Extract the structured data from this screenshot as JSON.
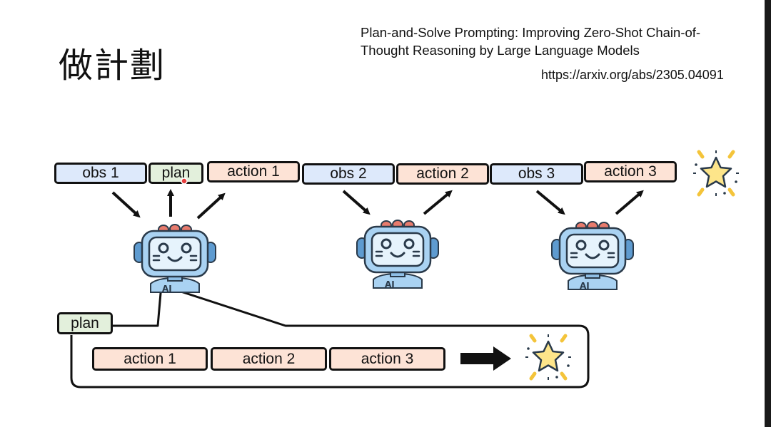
{
  "slide": {
    "title": "做計劃",
    "paper_title_line1": "Plan-and-Solve Prompting: Improving Zero-Shot Chain-of-",
    "paper_title_line2": "Thought Reasoning by Large Language Models",
    "paper_url": "https://arxiv.org/abs/2305.04091"
  },
  "top_sequence": [
    {
      "label": "obs 1",
      "kind": "obs"
    },
    {
      "label": "plan",
      "kind": "plan"
    },
    {
      "label": "action 1",
      "kind": "act"
    },
    {
      "label": "obs 2",
      "kind": "obs"
    },
    {
      "label": "action 2",
      "kind": "act"
    },
    {
      "label": "obs 3",
      "kind": "obs"
    },
    {
      "label": "action 3",
      "kind": "act"
    }
  ],
  "plan_detail": {
    "label": "plan",
    "actions": [
      "action 1",
      "action 2",
      "action 3"
    ]
  },
  "robot": {
    "badge": "AI"
  },
  "icons": [
    "robot-icon",
    "star-icon",
    "arrow-right-icon"
  ],
  "colors": {
    "obs": "#dde9fb",
    "plan": "#e3f0dc",
    "action": "#fde3d6",
    "robot_body": "#a9d2f2",
    "star": "#fde58a"
  }
}
